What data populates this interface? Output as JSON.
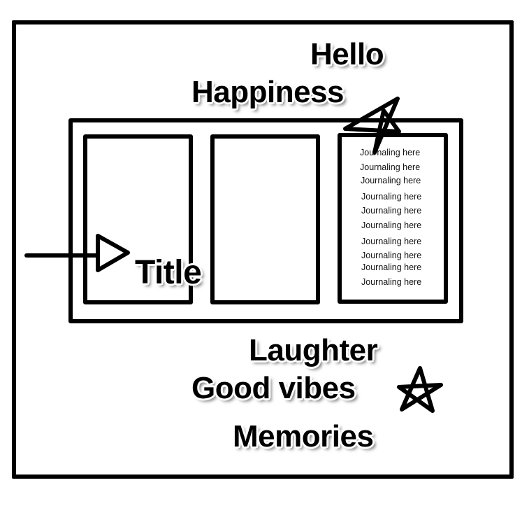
{
  "stickers": {
    "hello": "Hello",
    "happiness": "Happiness",
    "title": "Title",
    "laughter": "Laughter",
    "good_vibes": "Good vibes",
    "memories": "Memories"
  },
  "journal": {
    "lines": [
      "Journaling here",
      "Journaling here",
      "Journaling here",
      "Journaling here",
      "Journaling here",
      "Journaling here",
      "Journaling here",
      "Journaling here",
      "Journaling here",
      "Journaling here"
    ]
  },
  "icons": {
    "top_star": "star-icon",
    "bottom_star": "star-icon",
    "arrow": "arrow-right-icon"
  },
  "colors": {
    "ink": "#000000",
    "paper": "#ffffff"
  }
}
